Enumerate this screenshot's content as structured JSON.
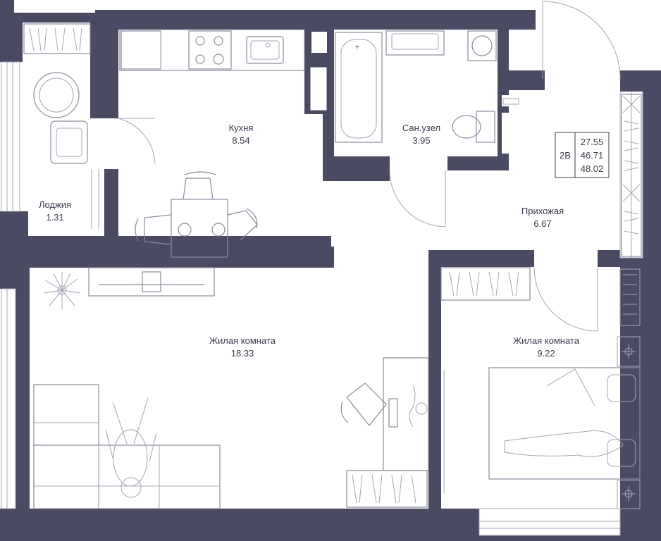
{
  "colors": {
    "wall": "#4a4a62",
    "floor": "#ffffff",
    "furniture_stroke": "#8a8a9e",
    "text": "#3a3a4e"
  },
  "rooms": {
    "loggia": {
      "name": "Лоджия",
      "area": "1.31"
    },
    "kitchen": {
      "name": "Кухня",
      "area": "8.54"
    },
    "bathroom": {
      "name": "Сан.узел",
      "area": "3.95"
    },
    "hallway": {
      "name": "Прихожая",
      "area": "6.67"
    },
    "living": {
      "name": "Жилая комната",
      "area": "18.33"
    },
    "bedroom": {
      "name": "Жилая комната",
      "area": "9.22"
    }
  },
  "apartment": {
    "type": "2В",
    "areas": [
      "27.55",
      "46.71",
      "48.02"
    ]
  },
  "icons": [
    "wardrobe-icon",
    "stove-icon",
    "sink-icon",
    "bathtub-icon",
    "toilet-icon",
    "washer-icon",
    "bed-icon",
    "sofa-icon",
    "table-icon",
    "chair-icon",
    "tv-icon",
    "plant-icon",
    "desk-icon"
  ]
}
